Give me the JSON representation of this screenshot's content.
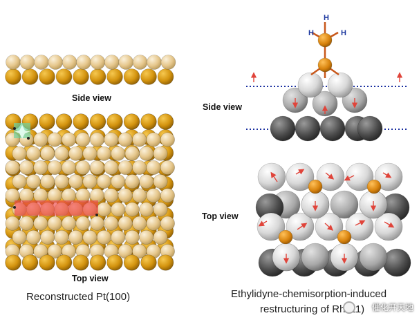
{
  "left_panel": {
    "side_view_label": "Side view",
    "top_view_label": "Top view",
    "caption": "Reconstructed Pt(100)"
  },
  "right_panel": {
    "side_view_label": "Side view",
    "top_view_label": "Top view",
    "caption_line1": "Ethylidyne-chemisorption-induced",
    "caption_line2": "restructuring of Rh111)",
    "h_label": "H"
  },
  "watermark": "催化开天地",
  "colors": {
    "pt_light": "#e9cf9a",
    "pt_gold": "#d99a14",
    "rh_light": "#e6e6e6",
    "rh_dark": "#4a4a4a",
    "carbon": "#d9840e",
    "bond": "#c8571a",
    "arrow": "#e0443a",
    "dotted_line": "#1a2fa0",
    "h_label": "#1f3aa0",
    "highlight_red": "#f04545",
    "highlight_green": "#6fd3a1"
  }
}
